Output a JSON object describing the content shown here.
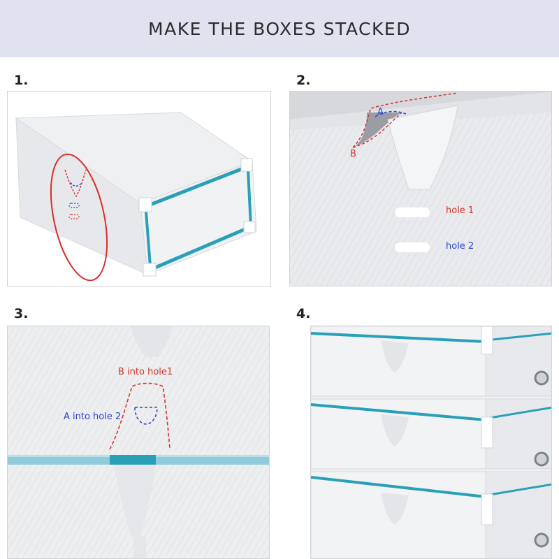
{
  "banner": {
    "title": "MAKE THE BOXES STACKED"
  },
  "steps": [
    {
      "number": "1."
    },
    {
      "number": "2.",
      "annotations": {
        "a": "A",
        "b": "B",
        "hole1": "hole 1",
        "hole2": "hole 2"
      }
    },
    {
      "number": "3.",
      "annotations": {
        "b_into": "B into hole1",
        "a_into": "A into hole 2"
      }
    },
    {
      "number": "4."
    }
  ],
  "colors": {
    "banner_bg": "#dfe3ef",
    "red_marker": "#d8322c",
    "blue_marker": "#2f46c8",
    "teal_edge": "#2aa0b8"
  }
}
